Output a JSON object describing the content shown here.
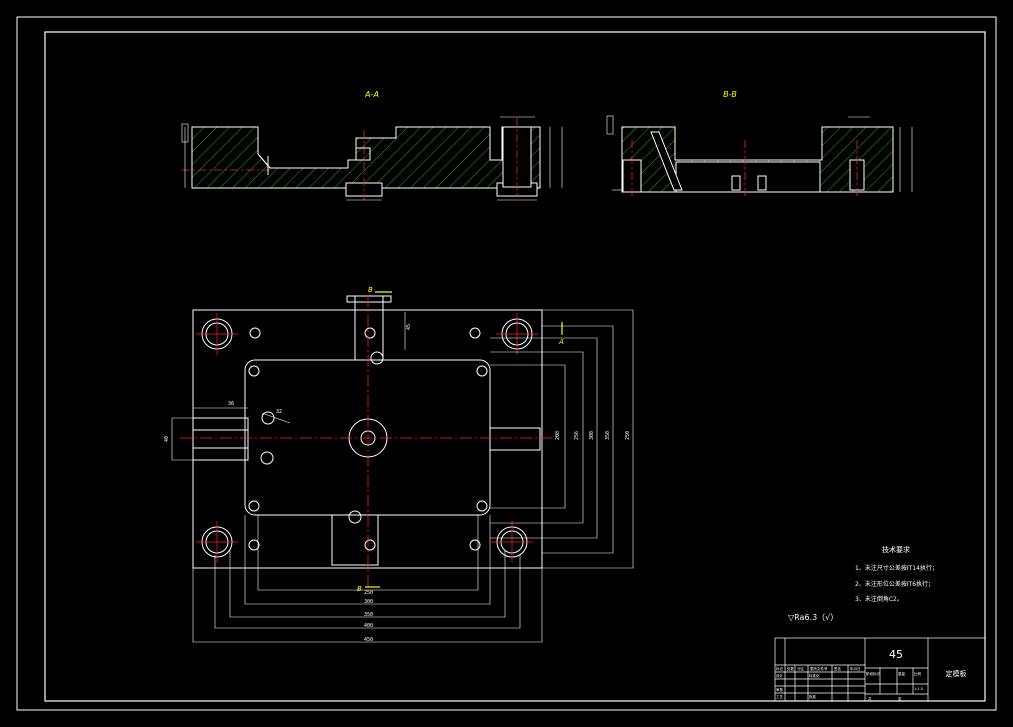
{
  "views": {
    "aa_title": "A-A",
    "bb_title": "B-B"
  },
  "section_markers": {
    "b_top": "B",
    "b_bottom": "B",
    "a_right": "A"
  },
  "tech_requirements": {
    "title": "技术要求",
    "items": [
      "1、未注尺寸公差按IT14执行；",
      "2、未注形位公差按IT6执行；",
      "3、未注倒角C2。"
    ]
  },
  "roughness": "▽Ra6.3（√）",
  "title_block": {
    "material": "45",
    "part_name": "定模板",
    "row_labels": [
      "标记",
      "处数",
      "分区",
      "更改文件号",
      "签名",
      "年月日"
    ],
    "design": "设计",
    "check": "审核",
    "process": "工艺",
    "standardize": "标准化",
    "approve": "批准",
    "stage_mark": "阶段标记",
    "weight": "重量",
    "scale": "比例",
    "scale_value": "1:1.5",
    "sheet": "共",
    "page": "张"
  },
  "dimensions": {
    "width_250": "250",
    "width_300": "300",
    "width_350": "350",
    "width_400": "400",
    "width_450": "450",
    "height_208": "208",
    "height_256": "256",
    "height_300": "300",
    "height_350": "350",
    "height_250": "250",
    "d_40": "40",
    "d_45": "45",
    "d_36": "36",
    "d_32": "32"
  },
  "colors": {
    "background": "#000000",
    "line": "#ffffff",
    "center_line": "#ff2020",
    "hatch": "#22aa22",
    "section_label": "#ffff00",
    "text": "#ffffff"
  }
}
